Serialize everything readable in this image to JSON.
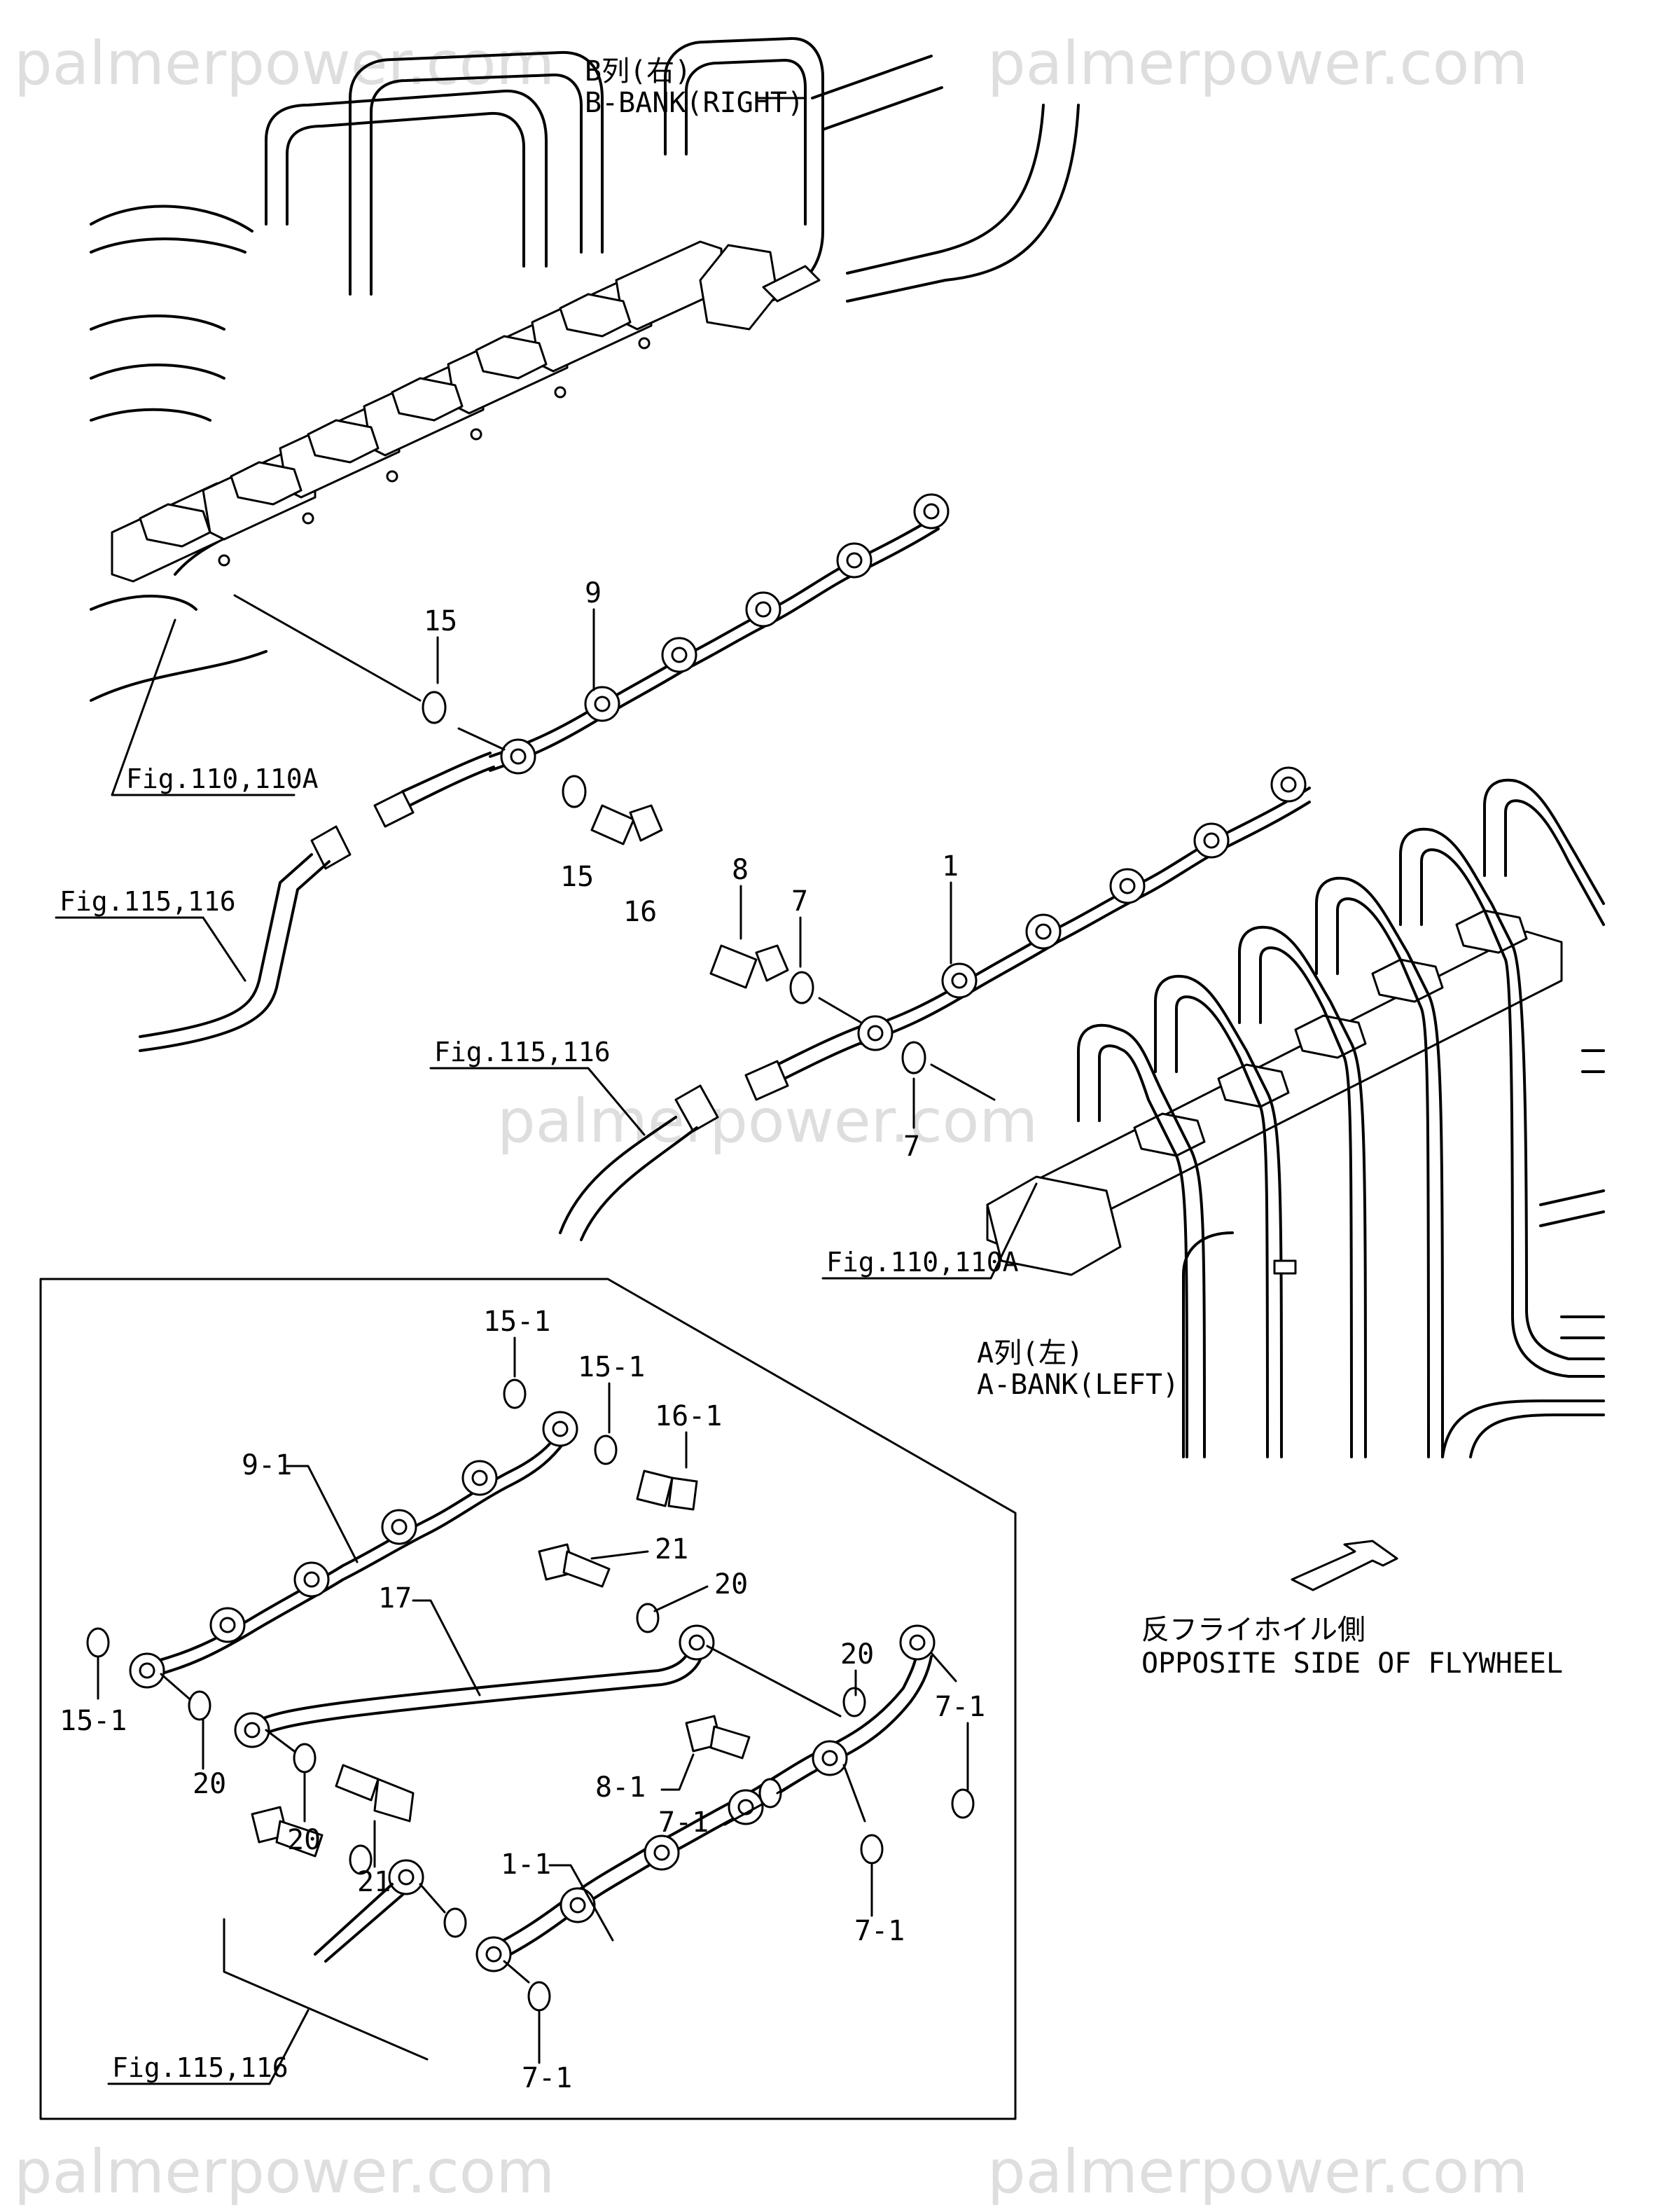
{
  "watermark": "palmerpower.com",
  "banks": {
    "b_bank_jp": "B列(右)",
    "b_bank_en": "B-BANK(RIGHT)",
    "a_bank_jp": "A列(左)",
    "a_bank_en": "A-BANK(LEFT)"
  },
  "flywheel": {
    "jp": "反フライホイル側",
    "en": "OPPOSITE SIDE OF FLYWHEEL"
  },
  "refs": {
    "fig_110": "Fig.110,110A",
    "fig_115": "Fig.115,116"
  },
  "parts": {
    "p1": "1",
    "p7": "7",
    "p8": "8",
    "p9": "9",
    "p15": "15",
    "p16": "16",
    "p17": "17",
    "p20": "20",
    "p21": "21",
    "p1_1": "1-1",
    "p7_1": "7-1",
    "p8_1": "8-1",
    "p9_1": "9-1",
    "p15_1": "15-1",
    "p16_1": "16-1"
  }
}
